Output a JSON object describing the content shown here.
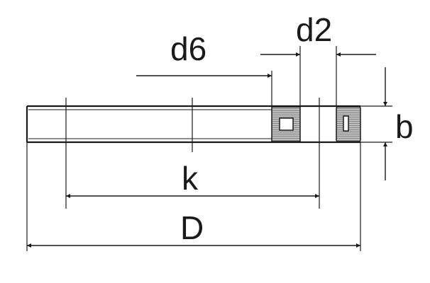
{
  "labels": {
    "d6": "d6",
    "d2": "d2",
    "b": "b",
    "k": "k",
    "D": "D"
  },
  "colors": {
    "line": "#1a1a1a",
    "section_fill": "#b5b5b5",
    "background": "#ffffff"
  }
}
